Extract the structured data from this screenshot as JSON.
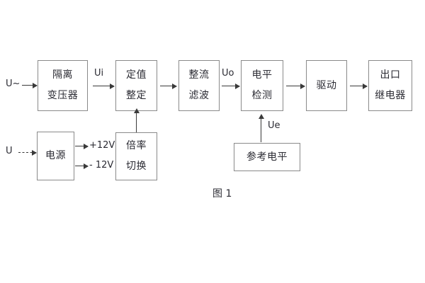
{
  "figure": {
    "caption": "图 1",
    "blocks": {
      "isolation_transformer": {
        "line1": "隔离",
        "line2": "变压器"
      },
      "setting_value": {
        "line1": "定值",
        "line2": "整定"
      },
      "rectify_filter": {
        "line1": "整流",
        "line2": "滤波"
      },
      "level_detection": {
        "line1": "电平",
        "line2": "检测"
      },
      "drive": {
        "line1": "驱动"
      },
      "output_relay": {
        "line1": "出口",
        "line2": "继电器"
      },
      "power_supply": {
        "line1": "电源"
      },
      "multiplier_switch": {
        "line1": "倍率",
        "line2": "切换"
      },
      "reference_level": {
        "line1": "参考电平"
      }
    },
    "signals": {
      "input_ac": "U~",
      "input_dc": "U",
      "ui": "Ui",
      "uo": "Uo",
      "ue": "Ue",
      "supply_positive": "+12V",
      "supply_negative": "- 12V"
    },
    "colors": {
      "box_border": "#8a8a8a",
      "line": "#3a3a3a",
      "text": "#2b2b33",
      "background": "#ffffff"
    }
  }
}
